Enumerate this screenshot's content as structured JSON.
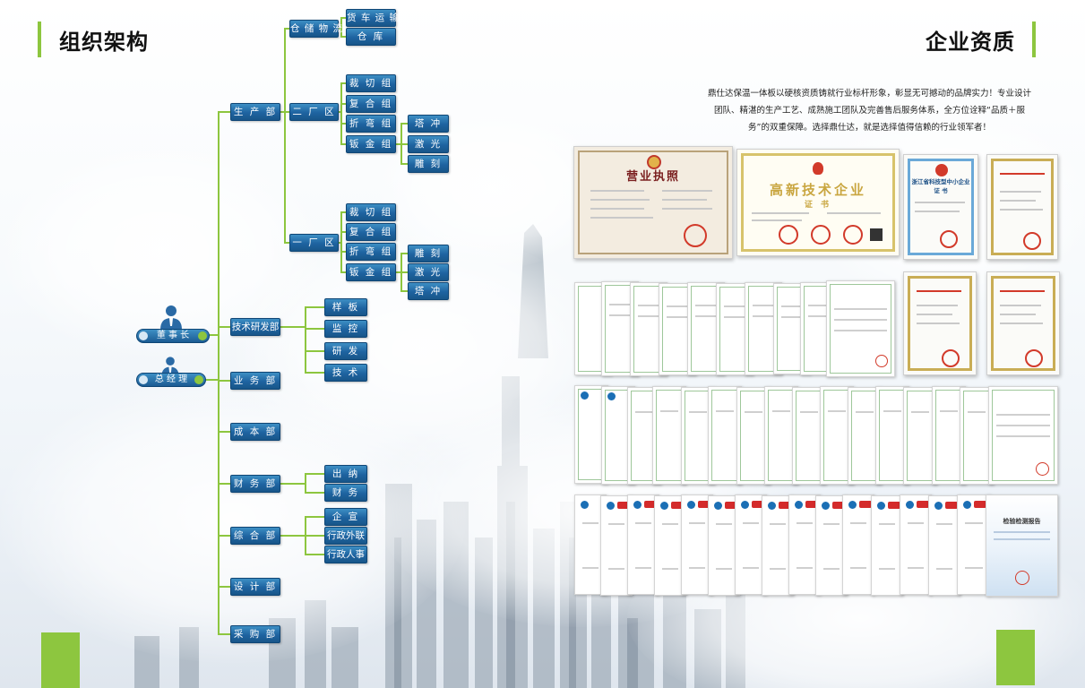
{
  "left": {
    "title": "组织架构"
  },
  "right": {
    "title": "企业资质",
    "intro": "鼎仕达保温一体板以硬核资质铸就行业标杆形象，彰显无可撼动的品牌实力！专业设计团队、精湛的生产工艺、成熟施工团队及完善售后服务体系，全方位诠释“品质＋服务”的双重保障。选择鼎仕达，就是选择值得信赖的行业领军者！"
  },
  "org": {
    "chairman": "董 事 长",
    "gm": "总 经 理",
    "warehouse": "仓 储 物 流",
    "truck": "货 车 运 输",
    "storage": "仓 库",
    "production": "生 产 部",
    "plant2": "二 厂 区",
    "plant1": "一 厂 区",
    "p2_groups": [
      "裁 切 组",
      "复 合 组",
      "折 弯 组",
      "钣 金 组"
    ],
    "p2_sheet": [
      "塔 冲",
      "激 光",
      "雕 刻"
    ],
    "p1_groups": [
      "裁 切 组",
      "复 合 组",
      "折 弯 组",
      "钣 金 组"
    ],
    "p1_sheet": [
      "雕 刻",
      "激 光",
      "塔 冲"
    ],
    "rd": "技术研发部",
    "rd_items": [
      "样 板",
      "监 控",
      "研 发",
      "技 术"
    ],
    "business": "业 务 部",
    "cost": "成 本 部",
    "finance": "财 务 部",
    "finance_items": [
      "出 纳",
      "财 务"
    ],
    "general": "综 合 部",
    "general_items": [
      "企 宣",
      "行政外联",
      "行政人事"
    ],
    "design": "设 计 部",
    "purchase": "采 购 部"
  },
  "certs": {
    "license_title": "营业执照",
    "hightech_title": "高新技术企业",
    "hightech_sub": "证 书",
    "sme_title": "浙江省科技型中小企业",
    "sme_sub": "证 书",
    "report_title": "检验检测报告"
  },
  "colors": {
    "accent": "#8dc63f",
    "node": "#1e63a0"
  }
}
